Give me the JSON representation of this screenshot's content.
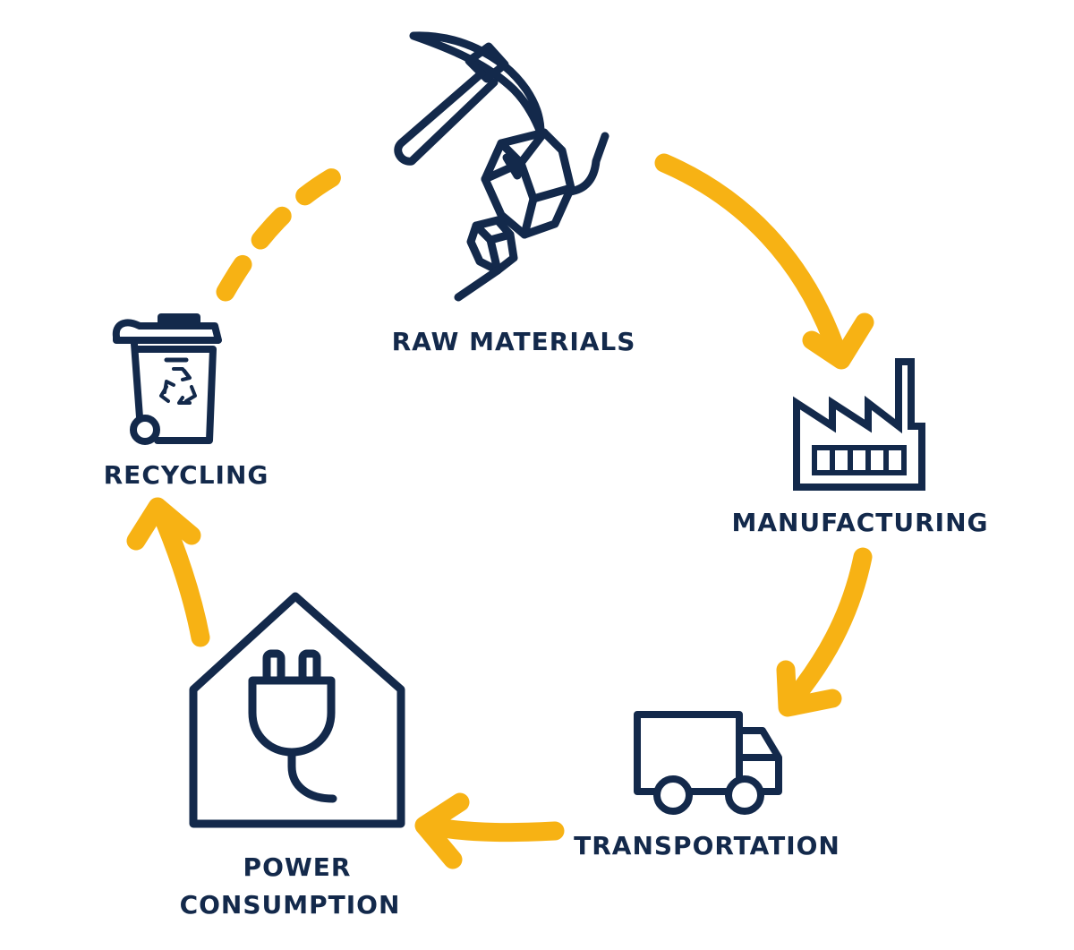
{
  "colors": {
    "navy": "#13294b",
    "accent": "#f7b214",
    "background": "#ffffff"
  },
  "stages": {
    "raw_materials": {
      "label": "RAW MATERIALS",
      "icon": "pickaxe-and-ore-icon"
    },
    "manufacturing": {
      "label": "MANUFACTURING",
      "icon": "factory-icon"
    },
    "transportation": {
      "label": "TRANSPORTATION",
      "icon": "delivery-truck-icon"
    },
    "power_consumption": {
      "label_line1": "POWER",
      "label_line2": "CONSUMPTION",
      "icon": "house-with-plug-icon"
    },
    "recycling": {
      "label": "RECYCLING",
      "icon": "recycling-bin-icon"
    }
  },
  "flow": [
    "raw_materials",
    "manufacturing",
    "transportation",
    "power_consumption",
    "recycling",
    "raw_materials"
  ]
}
